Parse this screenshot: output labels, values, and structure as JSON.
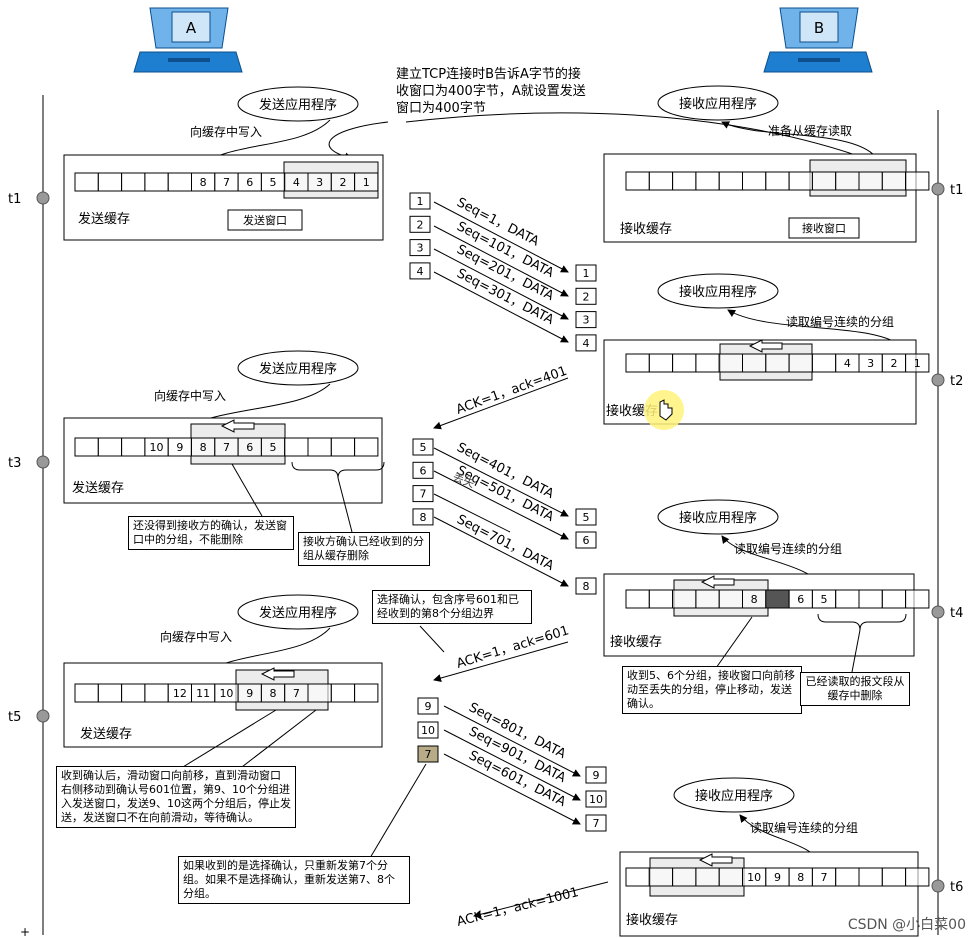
{
  "hosts": {
    "a": "A",
    "b": "B"
  },
  "intro": [
    "建立TCP连接时B告诉A字节的接",
    "收窗口为400字节，A就设置发送",
    "窗口为400字节"
  ],
  "apps": {
    "send": "发送应用程序",
    "recv": "接收应用程序"
  },
  "labels": {
    "write_buffer": "向缓存中写入",
    "prepare_read": "准备从缓存读取",
    "read_consecutive": "读取编号连续的分组",
    "send_buffer": "发送缓存",
    "recv_buffer": "接收缓存",
    "send_window": "发送窗口",
    "recv_window": "接收窗口",
    "lost": "丢失"
  },
  "times": {
    "t1": "t1",
    "t2": "t2",
    "t3": "t3",
    "t4": "t4",
    "t5": "t5",
    "t6": "t6"
  },
  "buffers": {
    "a_t1": [
      "",
      "",
      "",
      "",
      "",
      "8",
      "7",
      "6",
      "5",
      "4",
      "3",
      "2",
      "1"
    ],
    "b_t1": [
      "",
      "",
      "",
      "",
      "",
      "",
      "",
      "",
      "",
      "",
      "",
      "",
      ""
    ],
    "b_t2": [
      "",
      "",
      "",
      "",
      "",
      "",
      "",
      "",
      "",
      "4",
      "3",
      "2",
      "1"
    ],
    "a_t3": [
      "",
      "",
      "",
      "10",
      "9",
      "8",
      "7",
      "6",
      "5",
      "",
      "",
      "",
      ""
    ],
    "b_t4": [
      "",
      "",
      "",
      "",
      "",
      "8",
      "",
      "6",
      "5",
      "",
      "",
      "",
      ""
    ],
    "a_t5": [
      "",
      "",
      "",
      "",
      "12",
      "11",
      "10",
      "9",
      "8",
      "7",
      "",
      "",
      ""
    ],
    "b_t6": [
      "",
      "",
      "",
      "",
      "",
      "10",
      "9",
      "8",
      "7",
      "",
      "",
      "",
      ""
    ]
  },
  "segments": {
    "batch1": [
      "1",
      "2",
      "3",
      "4"
    ],
    "batch2": [
      "5",
      "6",
      "7",
      "8"
    ],
    "batch3": [
      "9",
      "10",
      "7"
    ]
  },
  "messages": {
    "seq1": "Seq=1，DATA",
    "seq101": "Seq=101，DATA",
    "seq201": "Seq=201，DATA",
    "seq301": "Seq=301，DATA",
    "ack401": "ACK=1，ack=401",
    "seq401": "Seq=401，DATA",
    "seq501": "Seq=501，DATA",
    "seq701": "Seq=701，DATA",
    "ack601": "ACK=1，ack=601",
    "seq801": "Seq=801，DATA",
    "seq901": "Seq=901，DATA",
    "seq601": "Seq=601，DATA",
    "ack1001": "ACK=1，ack=1001"
  },
  "notes": {
    "not_acked": "还没得到接收方的确认，发送窗口中的分组，不能删除",
    "acked_deleted": "接收方确认已经收到的分组从缓存删除",
    "selective_ack": "选择确认，包含序号601和已经收到的第8个分组边界",
    "recv_5_6": "收到5、6个分组，接收窗口向前移动至丢失的分组，停止移动，发送确认。",
    "read_deleted": "已经读取的报文段从缓存中删除",
    "slide_window": "收到确认后，滑动窗口向前移，直到滑动窗口右侧移动到确认号601位置，第9、10个分组进入发送窗口，发送9、10这两个分组后，停止发送，发送窗口不在向前滑动，等待确认。",
    "resend_7": "如果收到的是选择确认，只重新发第7个分组。如果不是选择确认，重新发送第7、8个分组。"
  },
  "watermark": "CSDN @小白菜00",
  "colors": {
    "monitor": "#1e7fd0",
    "monitor_dark": "#0d4f8c",
    "window_fill": "#ececec",
    "dark_cell": "#555555",
    "resend_fill": "#b8ab88",
    "cursor_glow": "#fff27a"
  }
}
